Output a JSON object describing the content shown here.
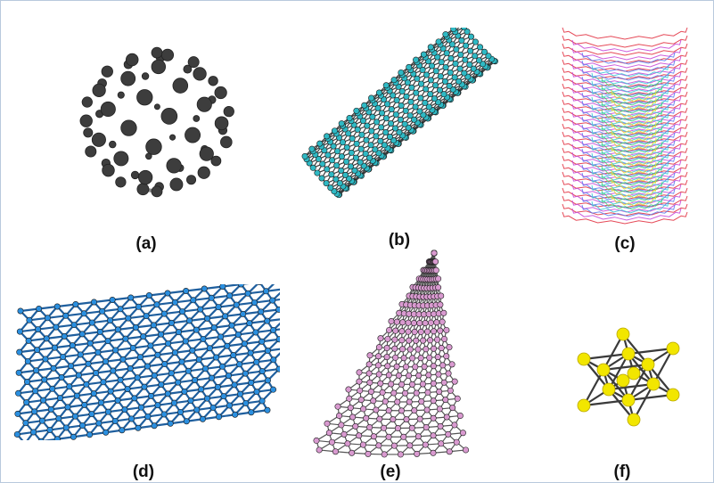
{
  "panels": [
    {
      "id": "a",
      "label": "(a)",
      "subject": "fullerene C60 molecule",
      "atom_color": "#3d3d3d",
      "bond_color": "#8c8c8c"
    },
    {
      "id": "b",
      "label": "(b)",
      "subject": "single-walled carbon nanotube",
      "atom_color": "#2fb9c4",
      "bond_color": "#3a3a3a"
    },
    {
      "id": "c",
      "label": "(c)",
      "subject": "multi-walled carbon nanotube",
      "atom_color": "#e0293a",
      "bond_color": "#7b5cd6"
    },
    {
      "id": "d",
      "label": "(d)",
      "subject": "graphene sheet",
      "atom_color": "#2a8fe0",
      "bond_color": "#1f5f9e"
    },
    {
      "id": "e",
      "label": "(e)",
      "subject": "carbon nanocone",
      "atom_color": "#d99ad0",
      "bond_color": "#555555"
    },
    {
      "id": "f",
      "label": "(f)",
      "subject": "diamond lattice",
      "atom_color": "#f2e600",
      "bond_color": "#3a3a3a"
    }
  ]
}
